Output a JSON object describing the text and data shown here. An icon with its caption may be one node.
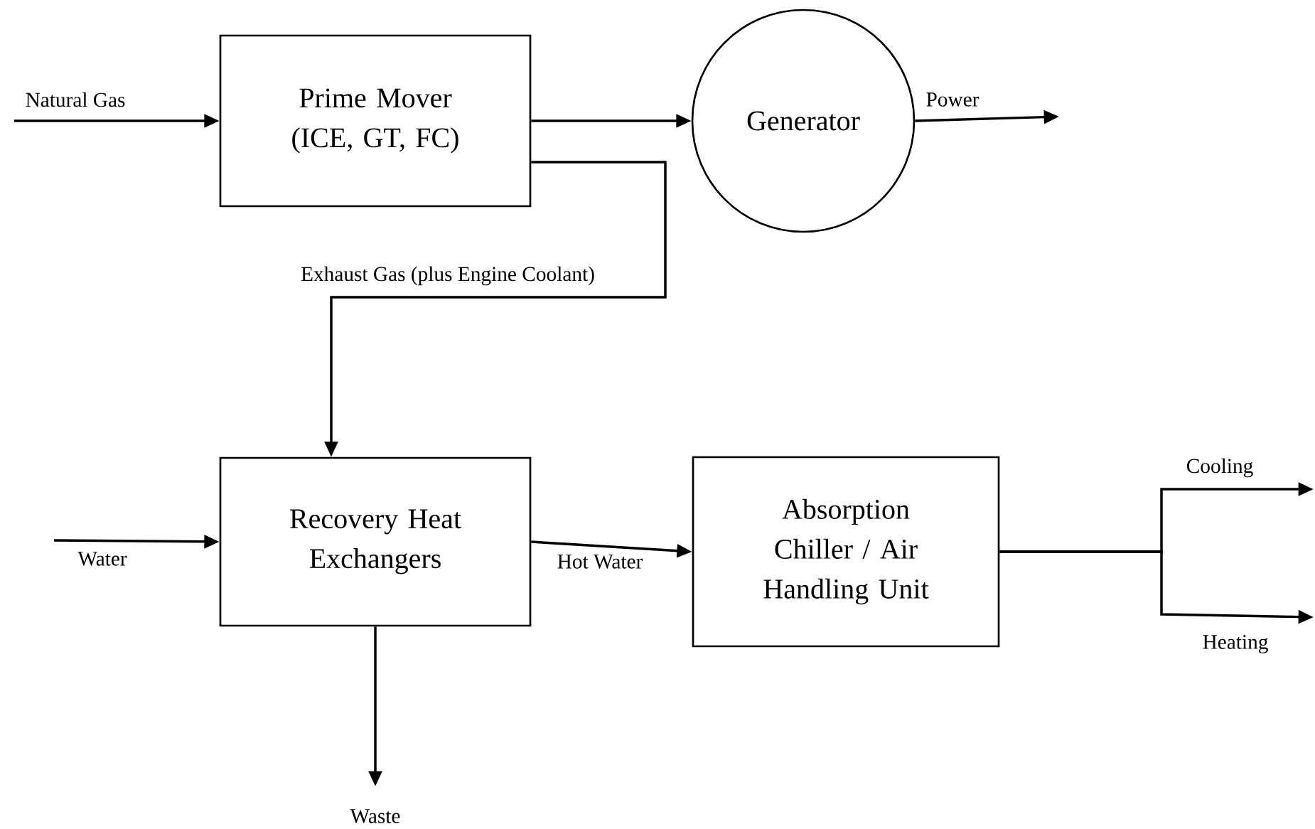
{
  "diagram": {
    "nodes": [
      {
        "text": [
          "Prime Mover (ICE, GT, FC)"
        ]
      },
      {
        "text": [
          "Generator"
        ]
      },
      {
        "text": [
          "Recovery Heat Exchangers"
        ]
      },
      {
        "text": [
          "Absorption Chiller / Air Handling Unit"
        ]
      }
    ],
    "edges": [
      {
        "from": null,
        "to": 0,
        "arrow": "to",
        "label": "Natural Gas"
      },
      {
        "from": 0,
        "to": 1,
        "arrow": "to"
      },
      {
        "from": 1,
        "to": null,
        "arrow": "to",
        "label": "Power"
      },
      {
        "from": 0,
        "to": 2,
        "arrow": "to",
        "label": "Exhaust Gas (plus Engine Coolant)"
      },
      {
        "from": null,
        "to": 2,
        "arrow": "to",
        "label": "Water"
      },
      {
        "from": 2,
        "to": 3,
        "arrow": "to",
        "label": "Hot Water"
      },
      {
        "from": 2,
        "to": null,
        "arrow": "to",
        "label": "Waste"
      },
      {
        "from": 3,
        "to": null,
        "arrow": "to",
        "label": "Cooling"
      },
      {
        "from": 3,
        "to": null,
        "arrow": "to",
        "label": "Heating"
      }
    ]
  }
}
